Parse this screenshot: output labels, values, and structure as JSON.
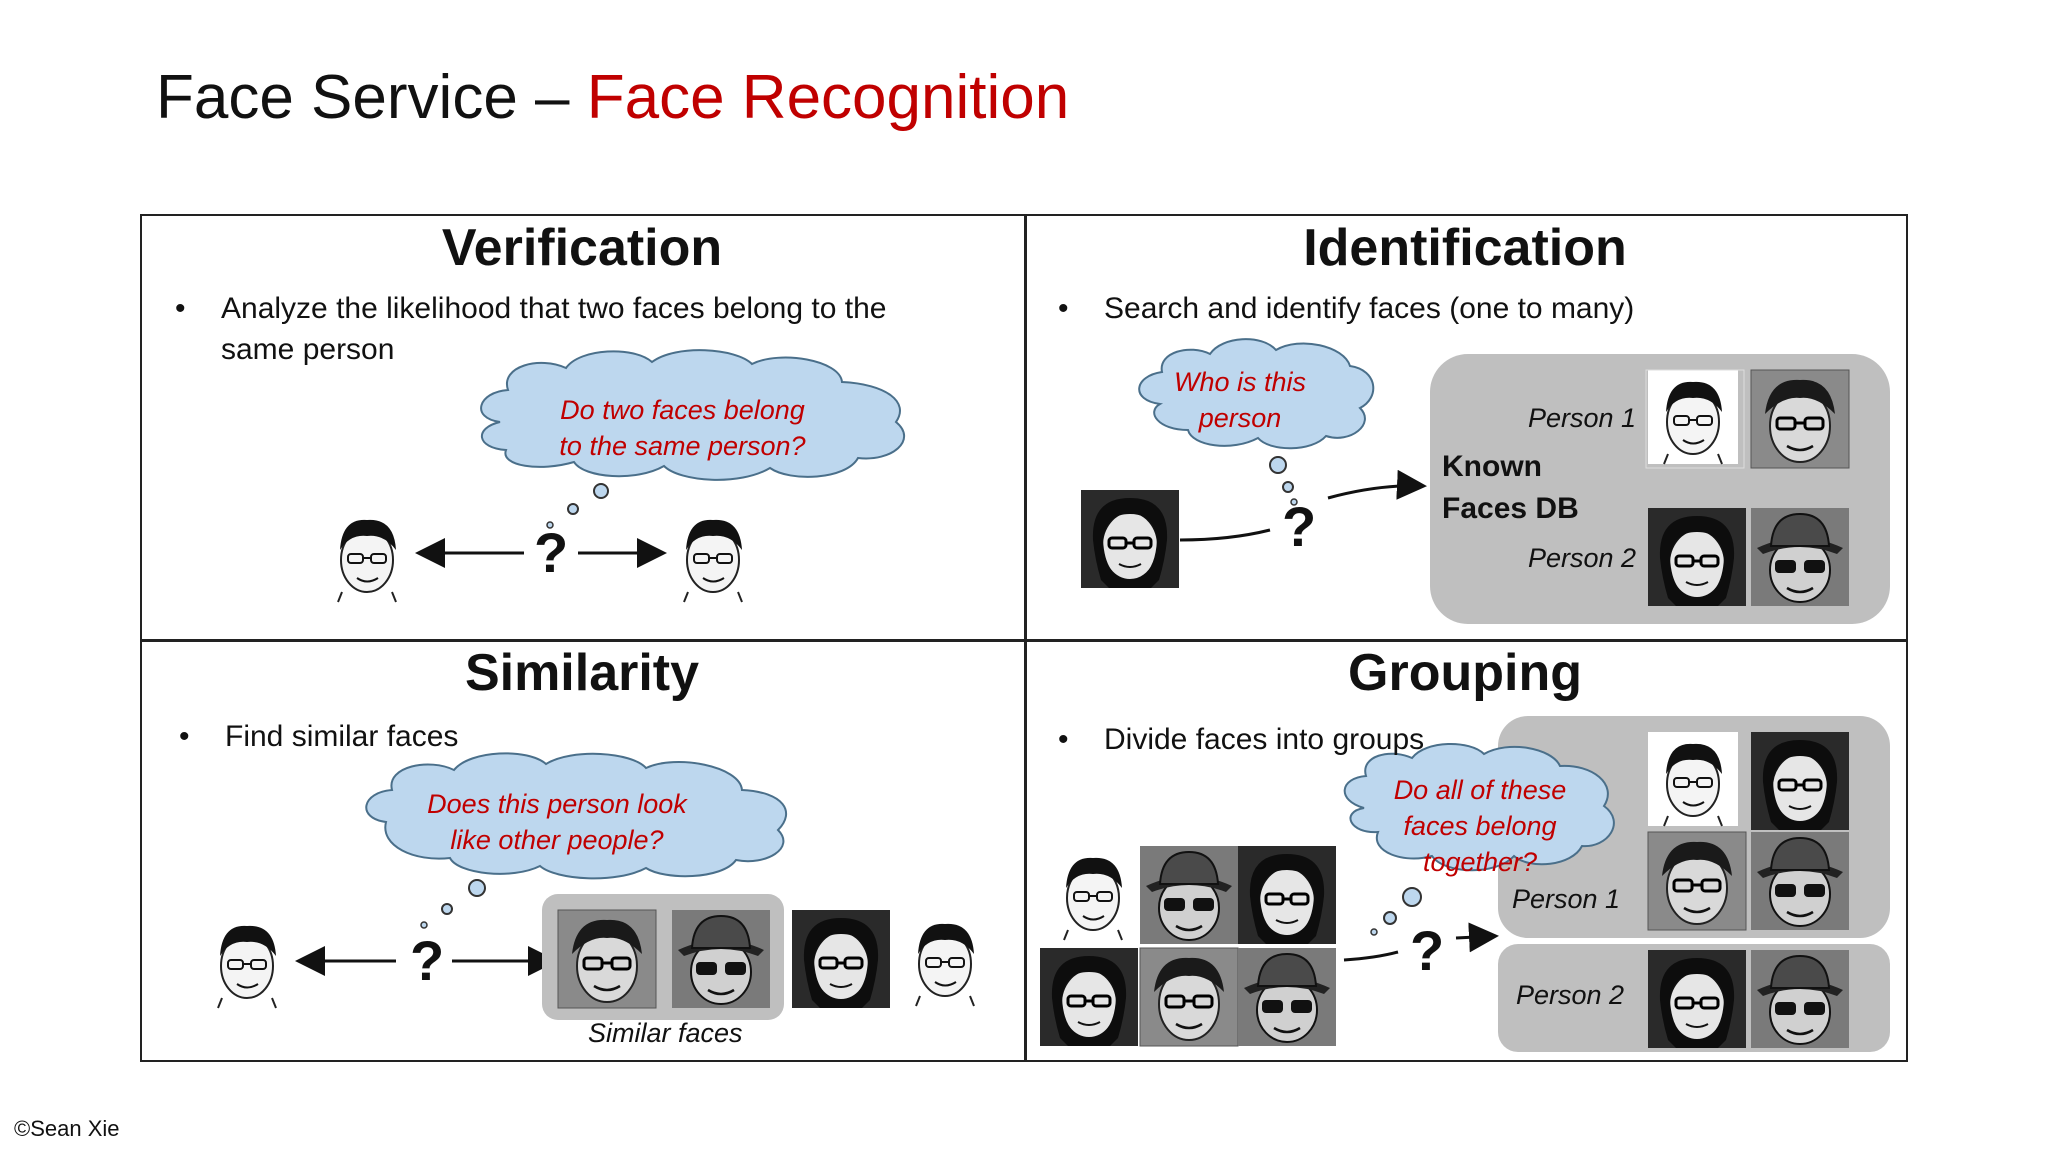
{
  "title": {
    "part1": "Face Service – ",
    "part2": "Face Recognition"
  },
  "quadrants": {
    "verification": {
      "heading": "Verification",
      "bullet_line1": "Analyze the likelihood that two faces belong to the",
      "bullet_line2": "same person",
      "cloud_line1": "Do two faces belong",
      "cloud_line2": "to the same person?"
    },
    "identification": {
      "heading": "Identification",
      "bullet": "Search and identify faces (one to many)",
      "cloud_line1": "Who is this",
      "cloud_line2": "person",
      "db_line1": "Known",
      "db_line2": "Faces DB",
      "person1": "Person 1",
      "person2": "Person 2"
    },
    "similarity": {
      "heading": "Similarity",
      "bullet": "Find similar faces",
      "cloud_line1": "Does this person look",
      "cloud_line2": "like other people?",
      "similar_label": "Similar faces"
    },
    "grouping": {
      "heading": "Grouping",
      "bullet": "Divide faces into groups",
      "cloud_line1": "Do all of these",
      "cloud_line2": "faces belong",
      "cloud_line3": "together?",
      "person1": "Person 1",
      "person2": "Person 2"
    }
  },
  "question_mark": "?",
  "bullet_char": "•",
  "footer": "©Sean Xie",
  "colors": {
    "accent_red": "#c00000",
    "cloud_fill": "#bdd7ee",
    "db_panel": "#bfbfbf"
  }
}
